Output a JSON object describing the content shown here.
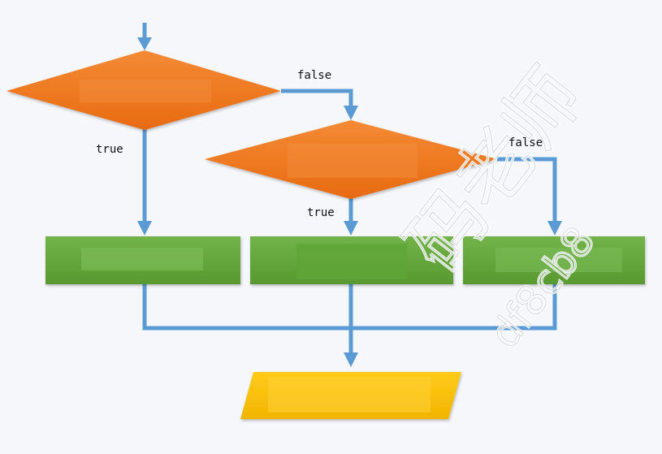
{
  "diagram": {
    "nodes": [
      {
        "id": "decision-1",
        "shape": "diamond",
        "text": ""
      },
      {
        "id": "decision-2",
        "shape": "diamond",
        "text": ""
      },
      {
        "id": "process-1",
        "shape": "rectangle",
        "text": ""
      },
      {
        "id": "process-2",
        "shape": "rectangle",
        "text": ""
      },
      {
        "id": "process-3",
        "shape": "rectangle",
        "text": ""
      },
      {
        "id": "output",
        "shape": "parallelogram",
        "text": ""
      }
    ],
    "edges": [
      {
        "from": "start",
        "to": "decision-1",
        "label": ""
      },
      {
        "from": "decision-1",
        "to": "process-1",
        "label": "true"
      },
      {
        "from": "decision-1",
        "to": "decision-2",
        "label": "false"
      },
      {
        "from": "decision-2",
        "to": "process-2",
        "label": "true"
      },
      {
        "from": "decision-2",
        "to": "process-3",
        "label": "false"
      },
      {
        "from": "process-1",
        "to": "output",
        "label": ""
      },
      {
        "from": "process-2",
        "to": "output",
        "label": ""
      },
      {
        "from": "process-3",
        "to": "output",
        "label": ""
      }
    ],
    "labels": {
      "d1_true": "true",
      "d1_false": "false",
      "d2_true": "true",
      "d2_false": "false"
    }
  },
  "colors": {
    "decision": "#f07c24",
    "process": "#5fa33a",
    "output": "#f8c000",
    "connector": "#5b9bd5",
    "background": "#f6f7fb"
  },
  "watermark": {
    "text": "码老师",
    "subtext": "df8cb8"
  }
}
